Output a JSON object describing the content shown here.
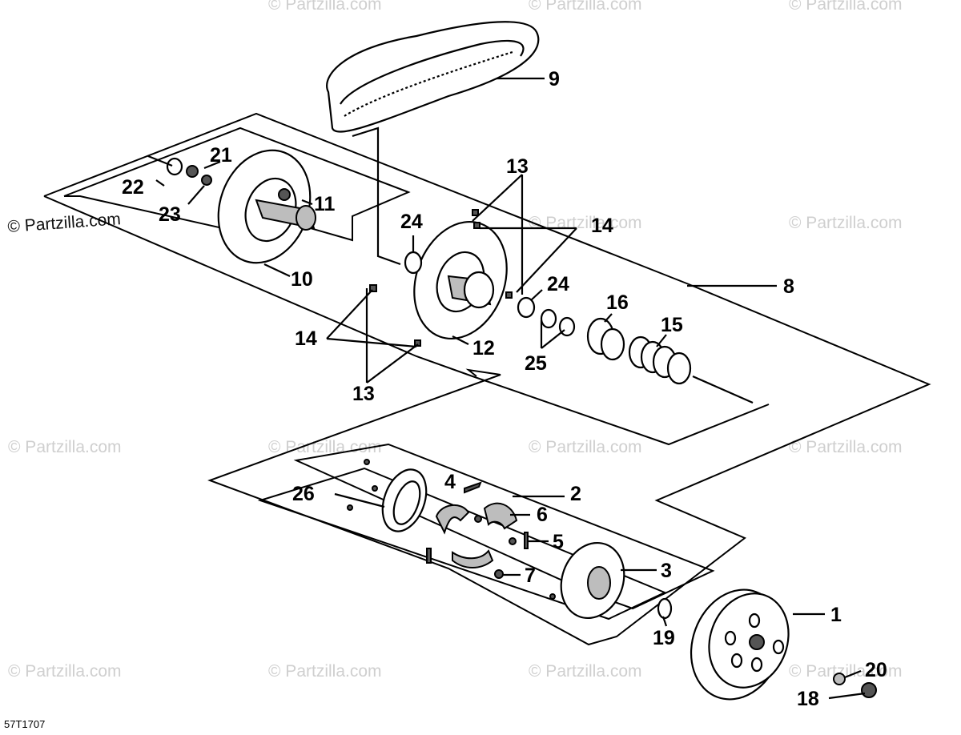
{
  "diagram": {
    "code": "57T1707",
    "watermark_main": "© Partzilla.com",
    "watermark_faint": "© Partzilla.com",
    "callouts": {
      "c1": "1",
      "c2": "2",
      "c3": "3",
      "c4": "4",
      "c5": "5",
      "c6": "6",
      "c7": "7",
      "c8": "8",
      "c9": "9",
      "c10": "10",
      "c11": "11",
      "c12": "12",
      "c13a": "13",
      "c13b": "13",
      "c14a": "14",
      "c14b": "14",
      "c15": "15",
      "c16": "16",
      "c18": "18",
      "c19": "19",
      "c20": "20",
      "c21": "21",
      "c22": "22",
      "c23": "23",
      "c24a": "24",
      "c24b": "24",
      "c25": "25",
      "c26": "26"
    }
  }
}
